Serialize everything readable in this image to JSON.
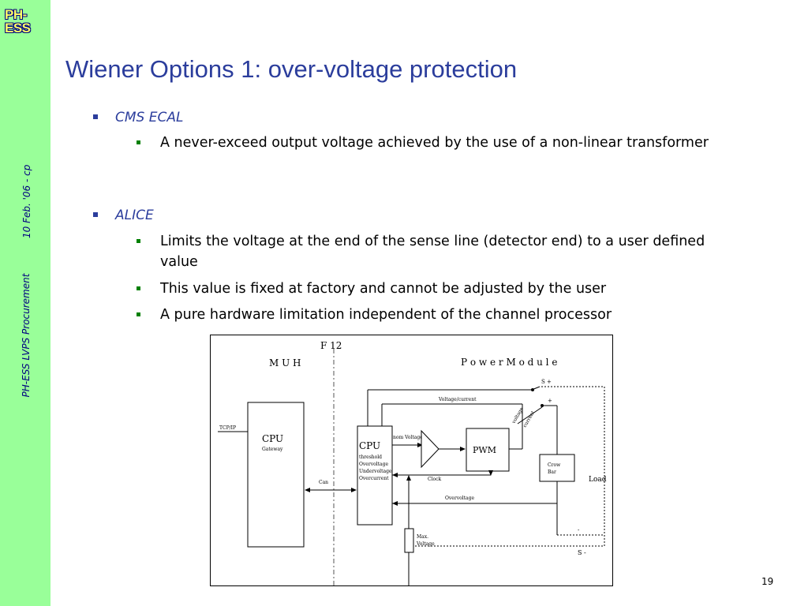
{
  "sidebar": {
    "logo": "PH-ESS",
    "footer_date": "10 Feb. '06 - cp",
    "footer_title": "PH-ESS LVPS Procurement"
  },
  "slide": {
    "title": "Wiener Options 1: over-voltage protection",
    "sections": [
      {
        "heading": "CMS ECAL",
        "items": [
          "A never-exceed output voltage achieved by the use of a non-linear transformer"
        ]
      },
      {
        "heading": "ALICE",
        "items": [
          "Limits the voltage at the end of the sense line (detector end) to a user defined value",
          "This value is fixed at factory and cannot be adjusted by the user",
          "A pure hardware limitation independent of the channel processor"
        ]
      }
    ],
    "page_number": "19"
  },
  "diagram": {
    "f12": "F 12",
    "muh": "M U H",
    "power_module": "P o w e r  M o d u l e",
    "tcpip": "TCP/IP",
    "cpu_gateway_title": "CPU",
    "cpu_gateway_sub": "Gateway",
    "can": "Can",
    "cpu_title": "CPU",
    "cpu_lines": [
      "threshold",
      "Overvoltage",
      "Undervoltage",
      "Overcurrent"
    ],
    "nom_voltage": "nom Voltage",
    "pwm": "PWM",
    "clock": "Clock",
    "overvoltage": "Overvoltage",
    "voltage_current": "Voltage/current",
    "voltage_diag": "voltage",
    "current_diag": "current",
    "crow": "Crow",
    "bar": "Bar",
    "load": "Load",
    "s_plus": "S +",
    "plus": "+",
    "minus": "-",
    "s_minus": "S -",
    "max": "Max.",
    "max_voltage": "Voltage"
  },
  "colors": {
    "sidebar": "#99ff99",
    "title": "#2b3d9c",
    "bullet_l2": "#008000"
  }
}
